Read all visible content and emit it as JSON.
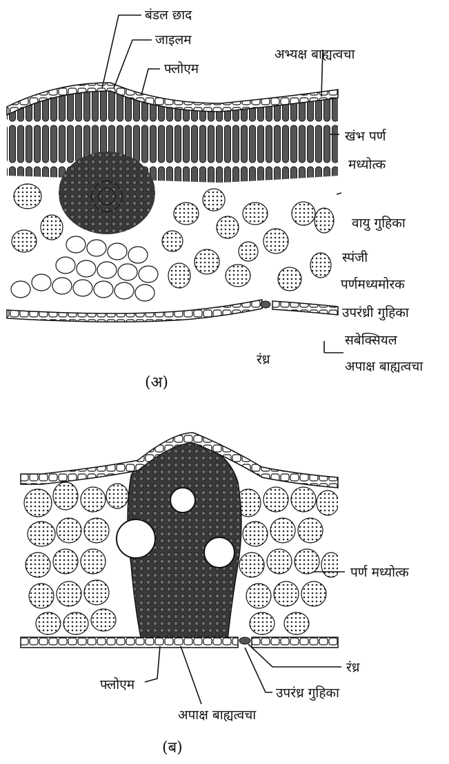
{
  "figure_a": {
    "caption": "(अ)",
    "labels": {
      "bundle_sheath": "बंडल छाद",
      "xylem": "जाइलम",
      "phloem": "फ्लोएम",
      "adaxial_epidermis": "अभ्यक्ष बाह्यत्वचा",
      "palisade_mesophyll_1": "खंभ पर्ण",
      "palisade_mesophyll_2": "मध्योत्क",
      "air_cavity": "वायु गुहिका",
      "spongy_mesophyll_1": "स्पंजी",
      "spongy_mesophyll_2": "पर्णमध्यमोरक",
      "substomatal_cavity": "उपरंध्री गुहिका",
      "subsidiary_cell": "सबेक्सियल",
      "stoma": "रंध्र",
      "abaxial_epidermis": "अपाक्ष बाह्यत्वचा"
    }
  },
  "figure_b": {
    "caption": "(ब)",
    "labels": {
      "mesophyll": "पर्ण मध्योत्क",
      "stoma": "रंध्र",
      "phloem": "फ्लोएम",
      "substomatal_cavity": "उपरंध्र गुहिका",
      "abaxial_epidermis": "अपाक्ष बाह्यत्वचा"
    }
  },
  "colors": {
    "ink": "#111111",
    "dark_tissue": "#3a3a3a",
    "cell_fill": "#ffffff"
  }
}
